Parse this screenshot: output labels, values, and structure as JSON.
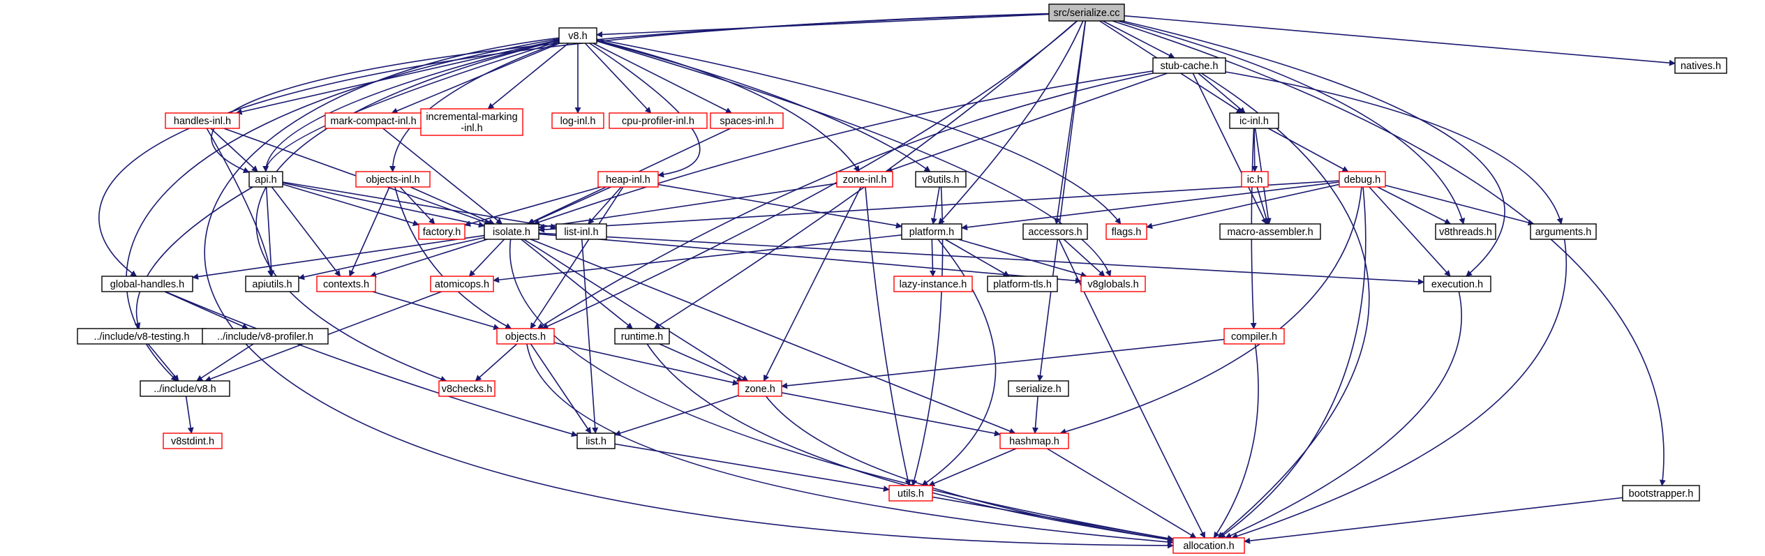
{
  "colors": {
    "edge": "#191970",
    "black_border": "#000000",
    "red_border": "#ff0000",
    "root_fill": "#bfbfbf",
    "background": "#ffffff"
  },
  "nodes": [
    {
      "id": "serialize_cc",
      "lines": [
        "src/serialize.cc"
      ],
      "border": "black",
      "root": true
    },
    {
      "id": "v8_h",
      "lines": [
        "v8.h"
      ],
      "border": "black"
    },
    {
      "id": "stub_cache_h",
      "lines": [
        "stub-cache.h"
      ],
      "border": "black"
    },
    {
      "id": "natives_h",
      "lines": [
        "natives.h"
      ],
      "border": "black"
    },
    {
      "id": "handles_inl_h",
      "lines": [
        "handles-inl.h"
      ],
      "border": "red"
    },
    {
      "id": "mark_compact_inl_h",
      "lines": [
        "mark-compact-inl.h"
      ],
      "border": "red"
    },
    {
      "id": "incremental_marking_inl_h",
      "lines": [
        "incremental-marking",
        "-inl.h"
      ],
      "border": "red"
    },
    {
      "id": "log_inl_h",
      "lines": [
        "log-inl.h"
      ],
      "border": "red"
    },
    {
      "id": "cpu_profiler_inl_h",
      "lines": [
        "cpu-profiler-inl.h"
      ],
      "border": "red"
    },
    {
      "id": "spaces_inl_h",
      "lines": [
        "spaces-inl.h"
      ],
      "border": "red"
    },
    {
      "id": "ic_inl_h",
      "lines": [
        "ic-inl.h"
      ],
      "border": "black"
    },
    {
      "id": "api_h",
      "lines": [
        "api.h"
      ],
      "border": "black"
    },
    {
      "id": "objects_inl_h",
      "lines": [
        "objects-inl.h"
      ],
      "border": "red"
    },
    {
      "id": "heap_inl_h",
      "lines": [
        "heap-inl.h"
      ],
      "border": "red"
    },
    {
      "id": "zone_inl_h",
      "lines": [
        "zone-inl.h"
      ],
      "border": "red"
    },
    {
      "id": "v8utils_h",
      "lines": [
        "v8utils.h"
      ],
      "border": "black"
    },
    {
      "id": "ic_h",
      "lines": [
        "ic.h"
      ],
      "border": "red"
    },
    {
      "id": "debug_h",
      "lines": [
        "debug.h"
      ],
      "border": "red"
    },
    {
      "id": "factory_h",
      "lines": [
        "factory.h"
      ],
      "border": "red"
    },
    {
      "id": "isolate_h",
      "lines": [
        "isolate.h"
      ],
      "border": "black"
    },
    {
      "id": "list_inl_h",
      "lines": [
        "list-inl.h"
      ],
      "border": "black"
    },
    {
      "id": "platform_h",
      "lines": [
        "platform.h"
      ],
      "border": "black"
    },
    {
      "id": "accessors_h",
      "lines": [
        "accessors.h"
      ],
      "border": "black"
    },
    {
      "id": "flags_h",
      "lines": [
        "flags.h"
      ],
      "border": "red"
    },
    {
      "id": "macro_assembler_h",
      "lines": [
        "macro-assembler.h"
      ],
      "border": "black"
    },
    {
      "id": "v8threads_h",
      "lines": [
        "v8threads.h"
      ],
      "border": "black"
    },
    {
      "id": "arguments_h",
      "lines": [
        "arguments.h"
      ],
      "border": "black"
    },
    {
      "id": "global_handles_h",
      "lines": [
        "global-handles.h"
      ],
      "border": "black"
    },
    {
      "id": "apiutils_h",
      "lines": [
        "apiutils.h"
      ],
      "border": "black"
    },
    {
      "id": "contexts_h",
      "lines": [
        "contexts.h"
      ],
      "border": "red"
    },
    {
      "id": "atomicops_h",
      "lines": [
        "atomicops.h"
      ],
      "border": "red"
    },
    {
      "id": "lazy_instance_h",
      "lines": [
        "lazy-instance.h"
      ],
      "border": "red"
    },
    {
      "id": "platform_tls_h",
      "lines": [
        "platform-tls.h"
      ],
      "border": "black"
    },
    {
      "id": "v8globals_h",
      "lines": [
        "v8globals.h"
      ],
      "border": "red"
    },
    {
      "id": "execution_h",
      "lines": [
        "execution.h"
      ],
      "border": "black"
    },
    {
      "id": "v8_testing_h",
      "lines": [
        "../include/v8-testing.h"
      ],
      "border": "black"
    },
    {
      "id": "v8_profiler_h",
      "lines": [
        "../include/v8-profiler.h"
      ],
      "border": "black"
    },
    {
      "id": "objects_h",
      "lines": [
        "objects.h"
      ],
      "border": "red"
    },
    {
      "id": "runtime_h",
      "lines": [
        "runtime.h"
      ],
      "border": "black"
    },
    {
      "id": "compiler_h",
      "lines": [
        "compiler.h"
      ],
      "border": "red"
    },
    {
      "id": "include_v8_h",
      "lines": [
        "../include/v8.h"
      ],
      "border": "black"
    },
    {
      "id": "v8checks_h",
      "lines": [
        "v8checks.h"
      ],
      "border": "red"
    },
    {
      "id": "zone_h",
      "lines": [
        "zone.h"
      ],
      "border": "red"
    },
    {
      "id": "serialize_h",
      "lines": [
        "serialize.h"
      ],
      "border": "black"
    },
    {
      "id": "v8stdint_h",
      "lines": [
        "v8stdint.h"
      ],
      "border": "red"
    },
    {
      "id": "list_h",
      "lines": [
        "list.h"
      ],
      "border": "black"
    },
    {
      "id": "hashmap_h",
      "lines": [
        "hashmap.h"
      ],
      "border": "red"
    },
    {
      "id": "utils_h",
      "lines": [
        "utils.h"
      ],
      "border": "red"
    },
    {
      "id": "bootstrapper_h",
      "lines": [
        "bootstrapper.h"
      ],
      "border": "black"
    },
    {
      "id": "allocation_h",
      "lines": [
        "allocation.h"
      ],
      "border": "red"
    }
  ]
}
